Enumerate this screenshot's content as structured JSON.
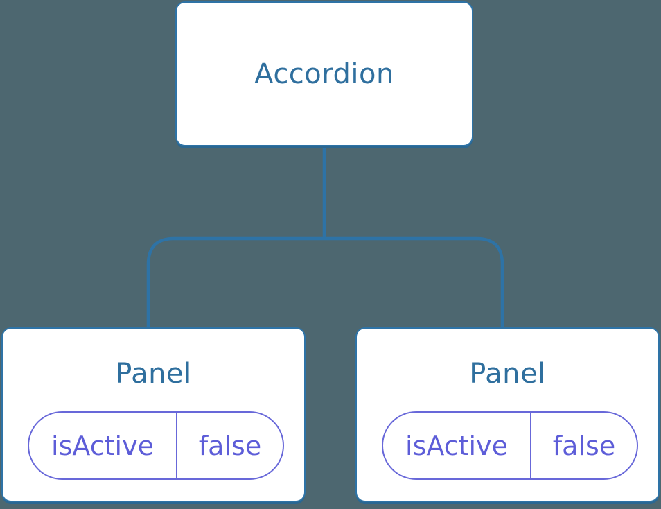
{
  "canvas": {
    "background_color": "#4d6770",
    "node_border_color": "#2e73a6",
    "node_fill_color": "#ffffff",
    "node_text_color": "#2f6f9e",
    "connector_color": "#2e73a6",
    "pill_border_color": "#6868d9",
    "pill_text_color": "#5d5dd8"
  },
  "tree": {
    "root": {
      "label": "Accordion"
    },
    "children": [
      {
        "label": "Panel",
        "state": {
          "key": "isActive",
          "value": "false"
        }
      },
      {
        "label": "Panel",
        "state": {
          "key": "isActive",
          "value": "false"
        }
      }
    ]
  }
}
